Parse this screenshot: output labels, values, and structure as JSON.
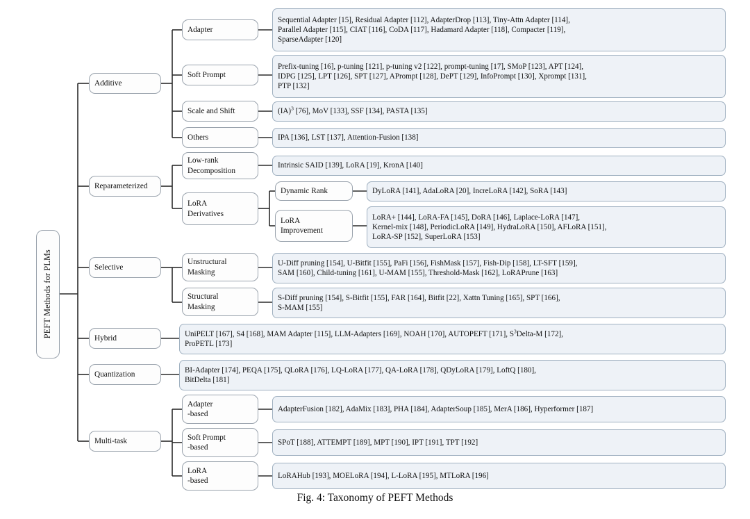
{
  "figure": {
    "caption": "Fig. 4: Taxonomy of PEFT Methods",
    "root_label": "PEFT Methods for PLMs"
  },
  "colors": {
    "leaf_fill": "#eef2f7",
    "node_fill": "#fdfdfd",
    "border": "#9aa3ad",
    "wire": "#2b2b2b",
    "text": "#111111"
  },
  "categories": {
    "additive": "Additive",
    "reparameterized": "Reparameterized",
    "selective": "Selective",
    "hybrid": "Hybrid",
    "quantization": "Quantization",
    "multitask": "Multi-task"
  },
  "subcategories": {
    "adapter": "Adapter",
    "soft_prompt": "Soft Prompt",
    "scale_shift": "Scale and Shift",
    "others": "Others",
    "low_rank": "Low-rank\nDecomposition",
    "lora_derivatives": "LoRA\nDerivatives",
    "dynamic_rank": "Dynamic Rank",
    "lora_improvement": "LoRA\nImprovement",
    "unstructural_masking": "Unstructural\nMasking",
    "structural_masking": "Structural\nMasking",
    "adapter_based": "Adapter\n-based",
    "soft_prompt_based": "Soft Prompt\n-based",
    "lora_based": "LoRA\n-based"
  },
  "leaves": {
    "adapter_methods": "Sequential Adapter [15], Residual Adapter [112], AdapterDrop [113], Tiny-Attn Adapter [114],\nParallel Adapter [115], CIAT [116], CoDA [117], Hadamard Adapter [118], Compacter [119],\nSparseAdapter [120]",
    "soft_prompt_methods": "Prefix-tuning [16], p-tuning [121], p-tuning v2 [122], prompt-tuning [17], SMoP [123], APT [124],\nIDPG [125], LPT [126], SPT [127], APrompt [128], DePT [129], InfoPrompt [130], Xprompt [131],\nPTP [132]",
    "scale_shift_methods_pre": "(IA)",
    "scale_shift_methods_sup": "3",
    "scale_shift_methods_post": " [76], MoV [133], SSF [134], PASTA [135]",
    "others_methods": "IPA [136], LST [137], Attention-Fusion [138]",
    "low_rank_methods": "Intrinsic SAID [139], LoRA [19], KronA [140]",
    "dynamic_rank_methods": "DyLoRA [141], AdaLoRA [20], IncreLoRA [142], SoRA [143]",
    "lora_improvement_methods": "LoRA+ [144], LoRA-FA [145], DoRA [146], Laplace-LoRA [147],\nKernel-mix [148], PeriodicLoRA [149], HydraLoRA [150], AFLoRA [151],\nLoRA-SP [152], SuperLoRA [153]",
    "unstructural_masking_methods": "U-Diff pruning [154], U-Bitfit [155], PaFi [156], FishMask [157], Fish-Dip [158], LT-SFT [159],\nSAM [160], Child-tuning [161], U-MAM [155], Threshold-Mask [162], LoRAPrune [163]",
    "structural_masking_methods": "S-Diff pruning [154], S-Bitfit [155], FAR [164], Bitfit [22], Xattn Tuning [165], SPT [166],\nS-MAM [155]",
    "hybrid_methods_pre": "UniPELT [167], S4 [168], MAM Adapter [115], LLM-Adapters [169], NOAH [170], AUTOPEFT [171], S",
    "hybrid_methods_sup": "3",
    "hybrid_methods_post": "Delta-M [172],\nProPETL [173]",
    "quantization_methods": "BI-Adapter [174], PEQA [175], QLoRA [176], LQ-LoRA [177], QA-LoRA [178], QDyLoRA [179], LoftQ [180],\nBitDelta [181]",
    "adapter_based_methods": "AdapterFusion [182], AdaMix [183], PHA [184], AdapterSoup [185], MerA [186], Hyperformer [187]",
    "soft_prompt_based_methods": "SPoT [188], ATTEMPT [189], MPT [190], IPT [191], TPT [192]",
    "lora_based_methods": "LoRAHub [193], MOELoRA [194], L-LoRA [195], MTLoRA [196]"
  }
}
